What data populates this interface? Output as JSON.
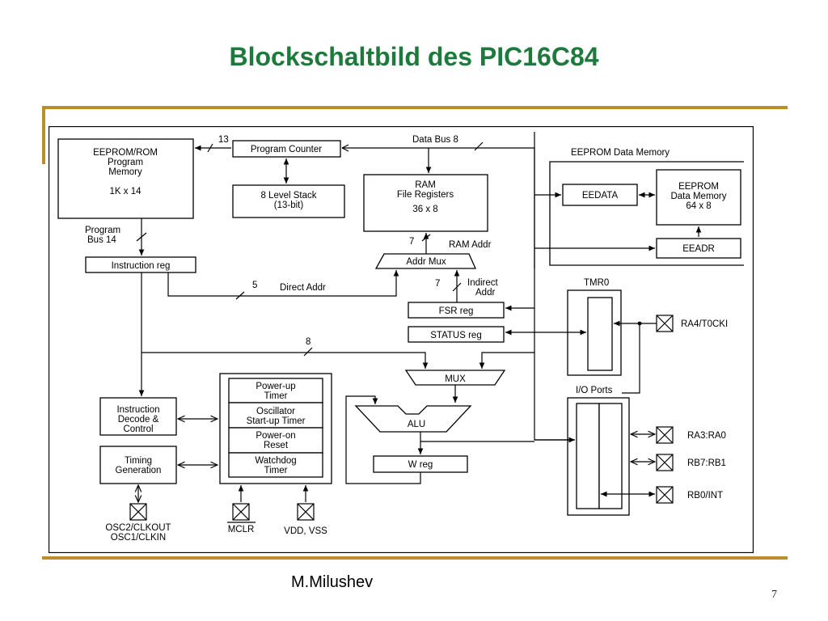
{
  "slide": {
    "title": "Blockschaltbild des PIC16C84",
    "author": "M.Milushev",
    "page_number": "7"
  },
  "diagram": {
    "blocks": {
      "program_memory": [
        "EEPROM/ROM",
        "Program",
        "Memory",
        "1K x 14"
      ],
      "program_counter": "Program Counter",
      "level_stack": [
        "8 Level Stack",
        "(13-bit)"
      ],
      "ram": [
        "RAM",
        "File Registers",
        "36 x 8"
      ],
      "eeprom_data_memory_group": "EEPROM Data Memory",
      "eedata": "EEDATA",
      "eeprom_array": [
        "EEPROM",
        "Data Memory",
        "64 x 8"
      ],
      "eeadr": "EEADR",
      "instruction_reg": "Instruction reg",
      "addr_mux": "Addr Mux",
      "fsr_reg": "FSR reg",
      "status_reg": "STATUS reg",
      "tmr0": "TMR0",
      "io_ports": "I/O Ports",
      "mux": "MUX",
      "alu": "ALU",
      "w_reg": "W reg",
      "instruction_decode": [
        "Instruction",
        "Decode &",
        "Control"
      ],
      "timing_generation": [
        "Timing",
        "Generation"
      ],
      "power_up_timer": [
        "Power-up",
        "Timer"
      ],
      "oscillator_timer": [
        "Oscillator",
        "Start-up Timer"
      ],
      "power_on_reset": [
        "Power-on",
        "Reset"
      ],
      "watchdog_timer": [
        "Watchdog",
        "Timer"
      ]
    },
    "bus_labels": {
      "pc_width": "13",
      "data_bus": "Data Bus 8",
      "program_bus": [
        "Program",
        "Bus 14"
      ],
      "direct_addr_width": "5",
      "direct_addr": "Direct Addr",
      "ram_addr_width": "7",
      "ram_addr": "RAM Addr",
      "indirect_addr_width": "7",
      "indirect_addr": [
        "Indirect",
        "Addr"
      ],
      "literal_width": "8"
    },
    "pins": {
      "ra4": "RA4/T0CKI",
      "ra3": "RA3:RA0",
      "rb7": "RB7:RB1",
      "rb0": "RB0/INT",
      "osc": [
        "OSC2/CLKOUT",
        "OSC1/CLKIN"
      ],
      "mclr": "MCLR",
      "vdd_vss": "VDD, VSS"
    }
  }
}
